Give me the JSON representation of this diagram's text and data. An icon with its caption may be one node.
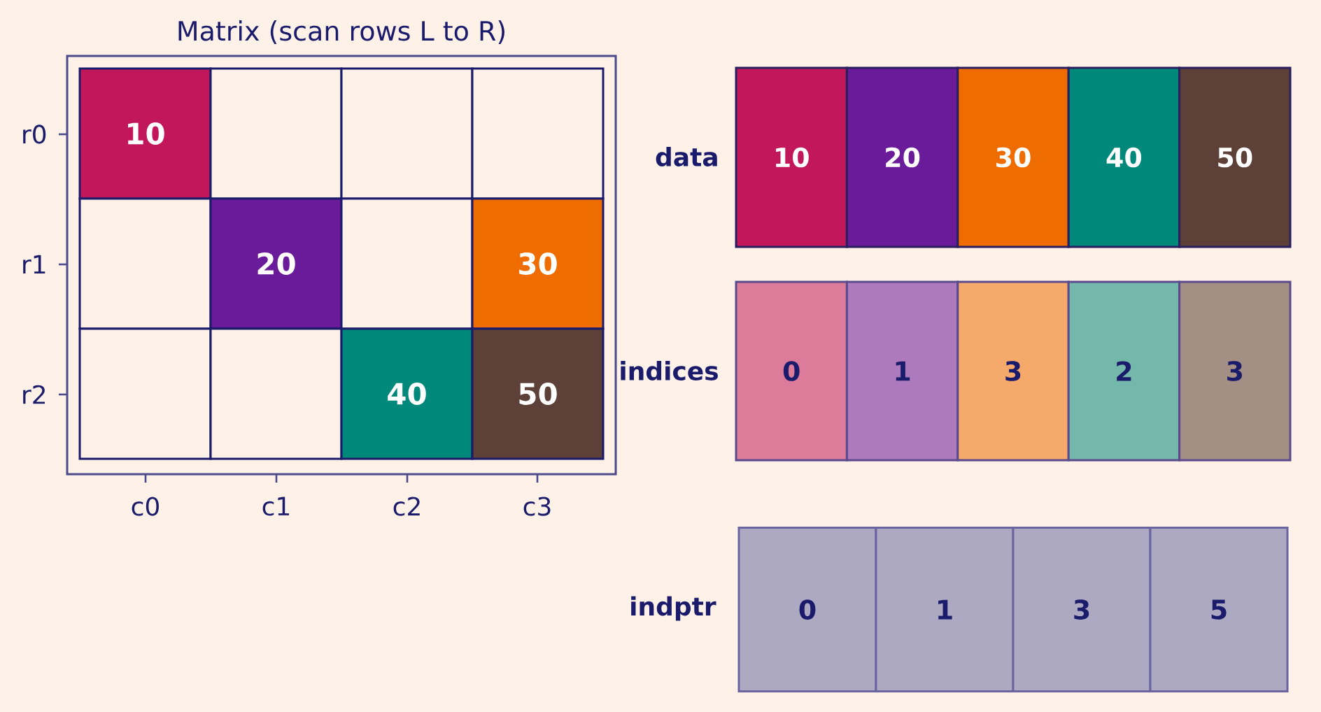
{
  "diagram": {
    "nodes": [
      {
        "text": [
          "Matrix (scan rows L to R)"
        ]
      },
      {
        "text": [
          "10"
        ],
        "in": 0
      },
      {
        "text": [],
        "shape": "box",
        "in": 0
      },
      {
        "text": [],
        "shape": "box",
        "in": 0
      },
      {
        "text": [],
        "shape": "box",
        "in": 0
      },
      {
        "text": [],
        "shape": "box",
        "in": 0
      },
      {
        "text": [
          "20"
        ],
        "in": 0
      },
      {
        "text": [],
        "shape": "box",
        "in": 0
      },
      {
        "text": [
          "30"
        ],
        "in": 0
      },
      {
        "text": [],
        "shape": "box",
        "in": 0
      },
      {
        "text": [],
        "shape": "box",
        "in": 0
      },
      {
        "text": [
          "40"
        ],
        "in": 0
      },
      {
        "text": [
          "50"
        ],
        "in": 0
      },
      {
        "text": [
          "10"
        ]
      },
      {
        "text": [
          "20"
        ]
      },
      {
        "text": [
          "30"
        ]
      },
      {
        "text": [
          "40"
        ]
      },
      {
        "text": [
          "50"
        ]
      },
      {
        "text": [
          "0"
        ]
      },
      {
        "text": [
          "1"
        ]
      },
      {
        "text": [
          "3"
        ]
      },
      {
        "text": [
          "2"
        ]
      },
      {
        "text": [
          "3"
        ]
      },
      {
        "text": [
          "0"
        ]
      },
      {
        "text": [
          "1"
        ]
      },
      {
        "text": [
          "3"
        ]
      },
      {
        "text": [
          "5"
        ]
      }
    ],
    "labels": [
      "r0",
      "r1",
      "r2",
      "c0",
      "c1",
      "c2",
      "c3",
      "data",
      "indices",
      "indptr"
    ]
  }
}
